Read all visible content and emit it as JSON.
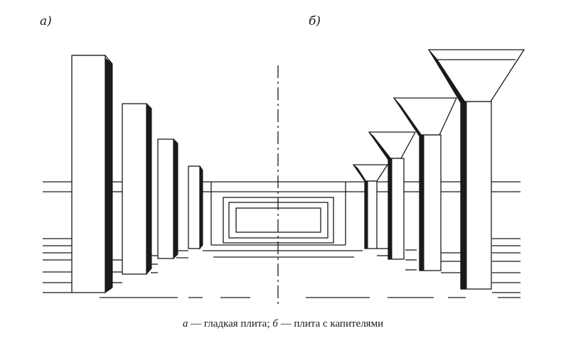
{
  "labels": {
    "a": "а)",
    "b": "б)"
  },
  "caption": {
    "a_letter": "а",
    "a_text": " — гладкая плита; ",
    "b_letter": "б",
    "b_text": " — плита с капителями"
  },
  "colors": {
    "ink": "#1a1a1a",
    "paper": "#ffffff"
  }
}
